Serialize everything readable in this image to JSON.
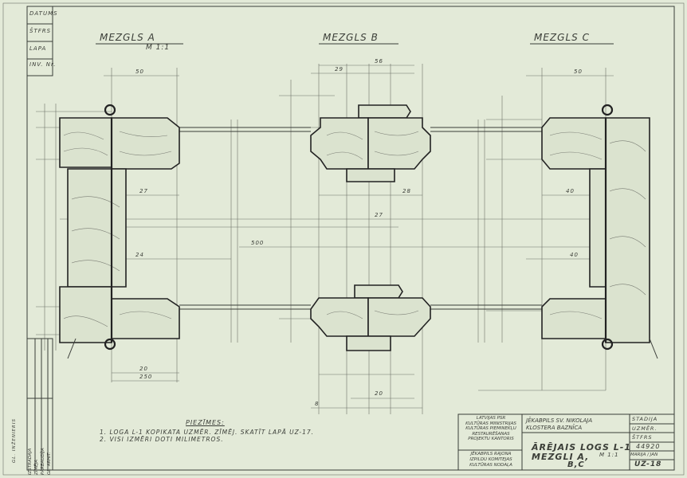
{
  "stamp_column": [
    "DATUMS",
    "ŠTFRS",
    "LAPA",
    "INV. Nr."
  ],
  "sections": [
    {
      "title": "MEZGLS A",
      "scale": "M 1:1"
    },
    {
      "title": "MEZGLS B",
      "scale": ""
    },
    {
      "title": "MEZGLS C",
      "scale": ""
    }
  ],
  "dimensions": [
    "50",
    "27",
    "24",
    "40",
    "20",
    "28",
    "8",
    "29",
    "56",
    "50",
    "500",
    "27",
    "20",
    "40",
    "250"
  ],
  "notes": {
    "heading": "PIEZĪMES:",
    "items": [
      "1. LOGA L-1 KOPIKATA UZMĒR. ZĪMĒJ. SKATĪT LAPĀ UZ-17.",
      "2. VISI IZMĒRI DOTI MILIMETROS."
    ]
  },
  "title_block": {
    "org_1": [
      "LATVIJAS PSR",
      "KULTŪRAS MINISTRIJAS",
      "KULTŪRAS PIEMINEKĻU",
      "RESTAURĒŠANAS",
      "PROJEKTU KANTORIS"
    ],
    "org_2": [
      "JĒKABPILS RAJONA",
      "IZPILDU KOMITEJAS",
      "KULTŪRAS NODAĻA"
    ],
    "object": [
      "JĒKABPILS SV. NIKOLAJA",
      "KLOSTERA BAZNĪCA"
    ],
    "drawing_title_1": "ĀRĒJAIS LOGS L-1",
    "drawing_title_2": "MEZGLI A,",
    "drawing_title_3": "B,C",
    "scale": "M 1:1",
    "stage_label": "STADIJA",
    "stage_value": "UZMĒR.",
    "sheet_label": "ŠTFRS",
    "inv": "44920",
    "author": "MARIJA / JAN",
    "sheet_no": "UZ-18"
  },
  "signature_block": [
    "IZSTRĀDĀJA",
    "ZĪMĒJA",
    "PĀRBAUDĪJA",
    "GL. ARHIT.",
    "GL. INŽENIERIS"
  ]
}
